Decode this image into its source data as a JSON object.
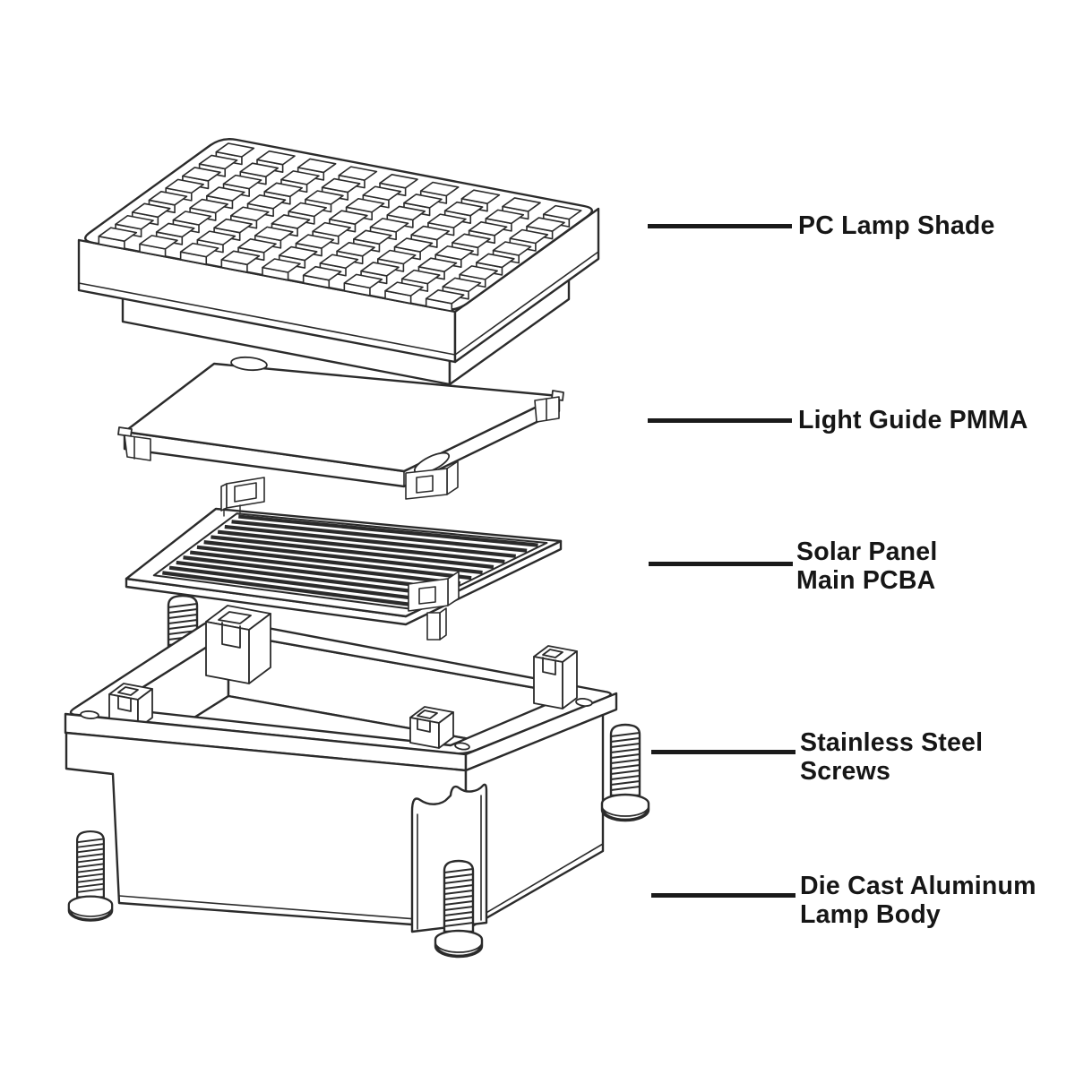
{
  "page": {
    "background": "#ffffff"
  },
  "diagram": {
    "type": "exploded-view technical illustration",
    "stroke_color": "#2b2b2b",
    "connector_color": "#1a1a1a",
    "label_color": "#161616",
    "labels": [
      {
        "id": "pc-lamp-shade",
        "line1": "PC Lamp Shade",
        "line2": ""
      },
      {
        "id": "light-guide-pmma",
        "line1": "Light Guide PMMA",
        "line2": ""
      },
      {
        "id": "solar-panel-main-pcba",
        "line1": "Solar Panel",
        "line2": "Main PCBA"
      },
      {
        "id": "stainless-steel-screws",
        "line1": "Stainless Steel",
        "line2": "Screws"
      },
      {
        "id": "die-cast-aluminum-lamp-body",
        "line1": "Die Cast Aluminum",
        "line2": "Lamp Body"
      }
    ]
  }
}
